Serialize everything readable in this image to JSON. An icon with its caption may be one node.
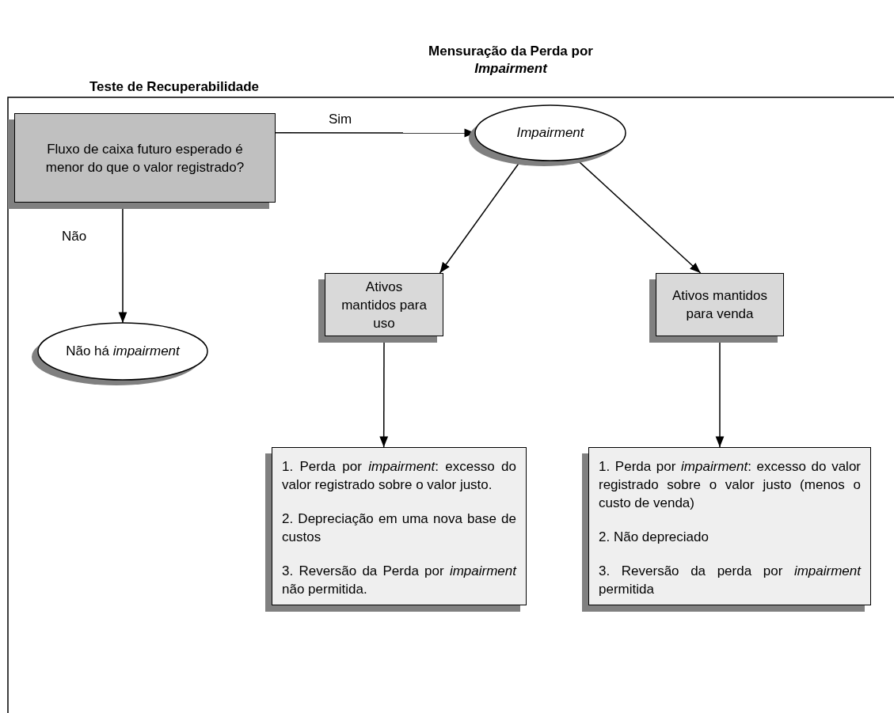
{
  "diagram": {
    "nodes": [
      {
        "text": [
          "Fluxo de caixa futuro esperado é menor do que o valor registrado?"
        ]
      },
      {
        "text": [
          "Impairment"
        ]
      },
      {
        "text": [
          "Não há *impairment*"
        ]
      },
      {
        "text": [
          "Ativos mantidos para uso"
        ]
      },
      {
        "text": [
          "Ativos mantidos para venda"
        ]
      },
      {
        "text": [
          "1. Perda por *impairment*: excesso do valor registrado sobre o valor justo.",
          "2. Depreciação em uma nova base de custos",
          "3. Reversão da Perda por *impairment* não permitida."
        ]
      },
      {
        "text": [
          "1. Perda por *impairment*: excesso do valor registrado sobre o valor justo (menos o custo de venda)",
          "2. Não depreciado",
          "3. Reversão da perda por *impairment* permitida"
        ]
      }
    ],
    "edges": [
      {
        "from": 0,
        "to": 1,
        "arrow": "to",
        "label": "Sim"
      },
      {
        "from": 0,
        "to": 2,
        "arrow": "to",
        "label": "Não"
      },
      {
        "from": 1,
        "to": 3,
        "arrow": "to"
      },
      {
        "from": 1,
        "to": 4,
        "arrow": "to"
      },
      {
        "from": 3,
        "to": 5,
        "arrow": "to"
      },
      {
        "from": 4,
        "to": 6,
        "arrow": "to"
      }
    ],
    "labels": [
      "Teste de Recuperabilidade",
      "Mensuração da Perda por *Impairment*"
    ]
  }
}
